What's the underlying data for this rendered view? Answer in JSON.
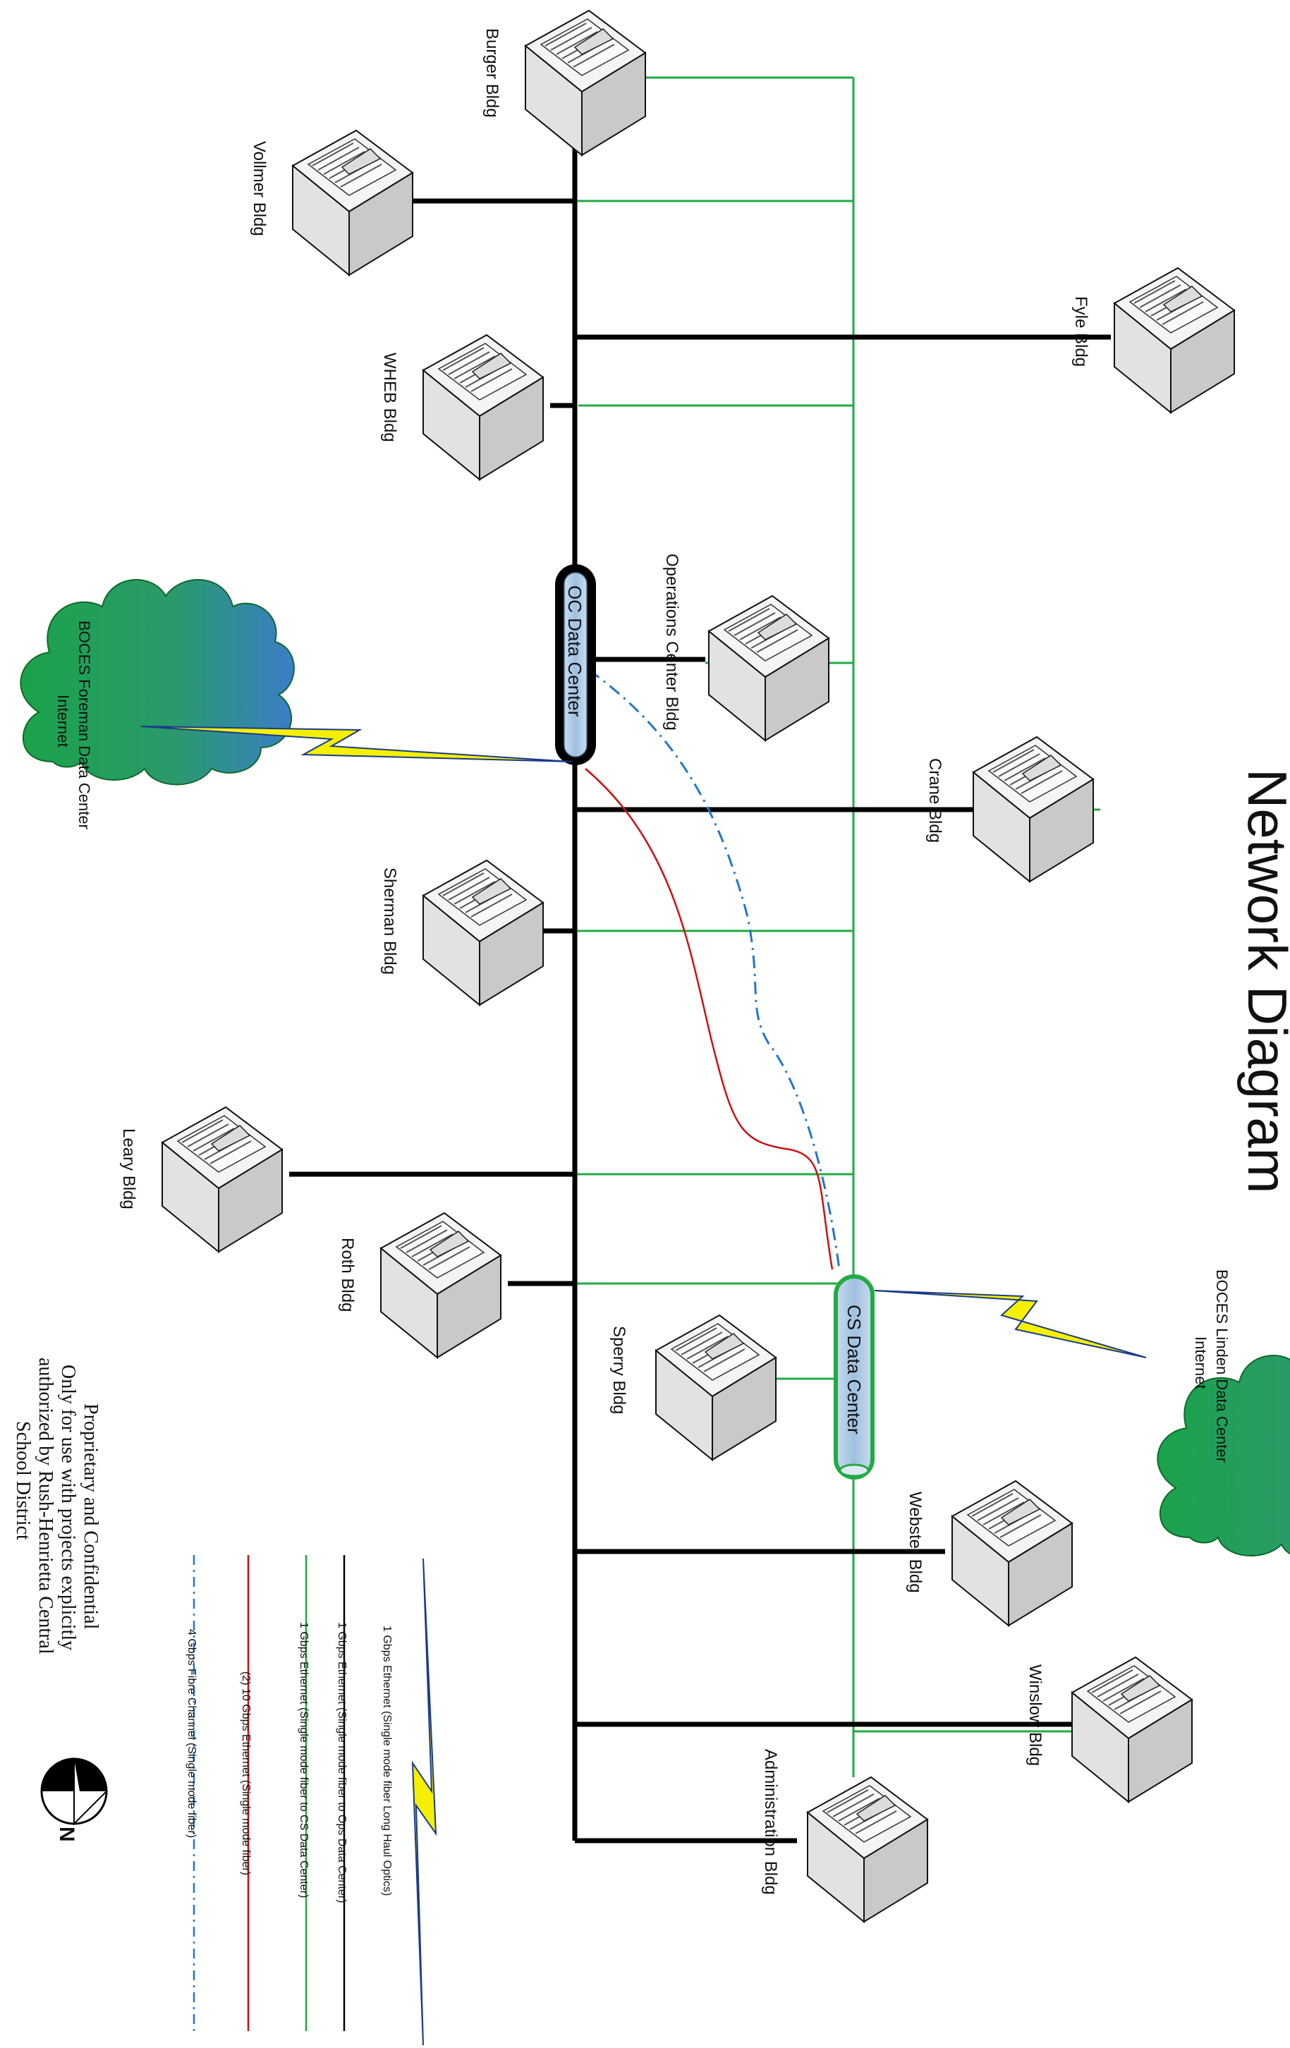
{
  "title": "Network Diagram",
  "buildings": {
    "burger": "Burger Bldg",
    "vollmer": "Vollmer Bldg",
    "fyle": "Fyle Bldg",
    "wheb": "WHEB Bldg",
    "operations": "Operations Center Bldg",
    "crane": "Crane Bldg",
    "sherman": "Sherman Bldg",
    "leary": "Leary Bldg",
    "roth": "Roth Bldg",
    "sperry": "Sperry Bldg",
    "webster": "Webster Bldg",
    "winslow": "Winslow Bldg",
    "administration": "Administration Bldg"
  },
  "datacenters": {
    "oc": "OC Data Center",
    "cs": "CS Data Center"
  },
  "clouds": {
    "foreman_name": "BOCES Foreman Data Center",
    "foreman_sub": "Internet",
    "linden_name": "BOCES Linden Data Center",
    "linden_sub": "Internet"
  },
  "legend": [
    {
      "label": "1 Gbps Ethernet (Single mode fiber Long Haul Optics)",
      "color": "#1a3a8a"
    },
    {
      "label": "1 Gbps Ethernet (Single mode fiber to Ops Data Center)",
      "color": "#000000"
    },
    {
      "label": "1 Gbps Ethernet (Single mode fiber to CS Data Center)",
      "color": "#22aa44"
    },
    {
      "label": "(2) 10 Gbps Ethernet (Single mode fiber)",
      "color": "#cc1111"
    },
    {
      "label": "4 Gbps Fibre Channel (Single mode fiber)",
      "color": "#2277cc"
    }
  ],
  "notice": {
    "line1": "Proprietary and Confidential",
    "line2": "Only for use with projects explicitly",
    "line3": "authorized by Rush-Henrietta Central",
    "line4": "School District"
  },
  "north_label": "N",
  "colors": {
    "black_line": "#000000",
    "green_line": "#22aa44",
    "red_line": "#cc1111",
    "blue_line": "#2277cc",
    "lightning": "#f4f000",
    "datacenter_fill": "#a8c4e0"
  },
  "icons": [
    "building-icon",
    "cloud-icon",
    "lightning-icon",
    "north-arrow-icon"
  ]
}
